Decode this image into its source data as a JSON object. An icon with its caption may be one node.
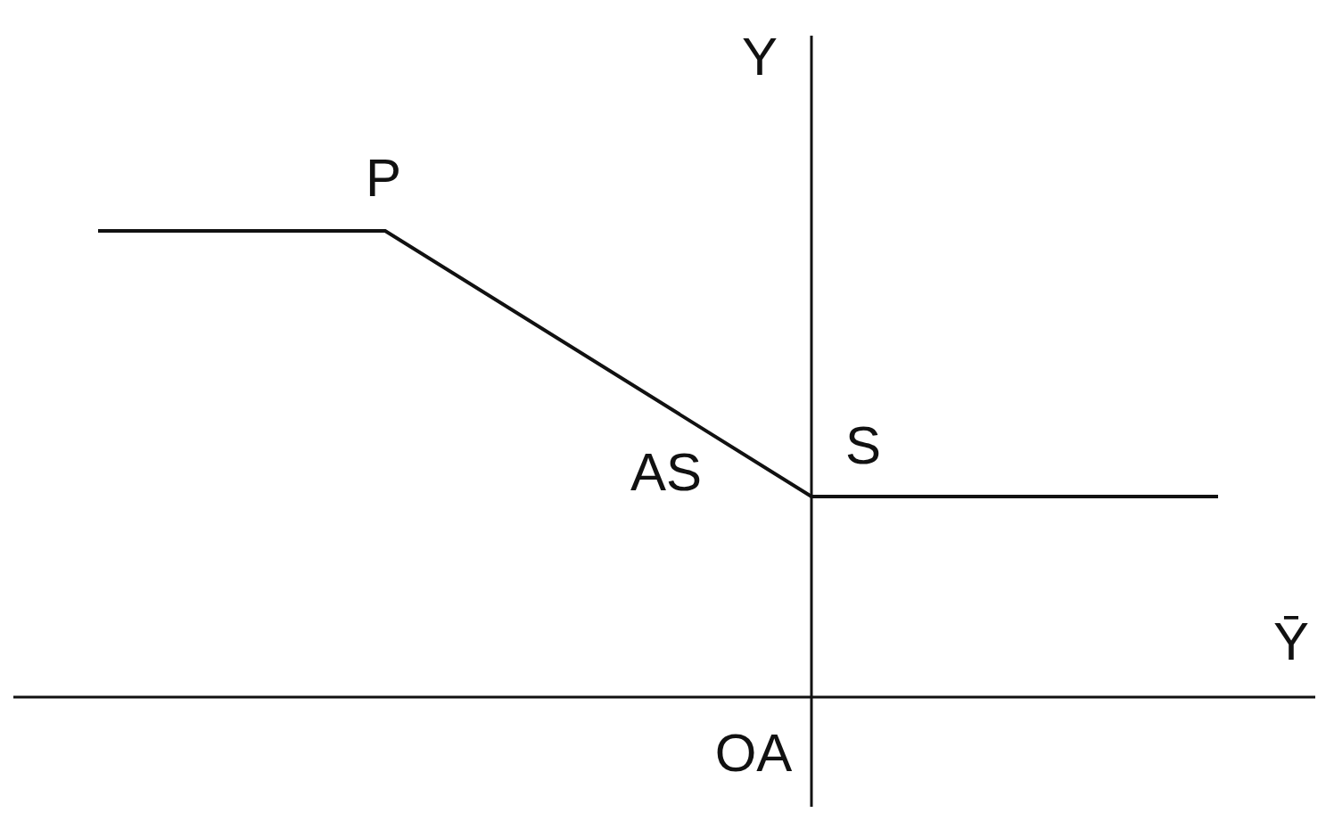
{
  "diagram": {
    "labels": [
      "Y",
      "P",
      "S",
      "AS",
      "Ȳ",
      "OA"
    ]
  }
}
